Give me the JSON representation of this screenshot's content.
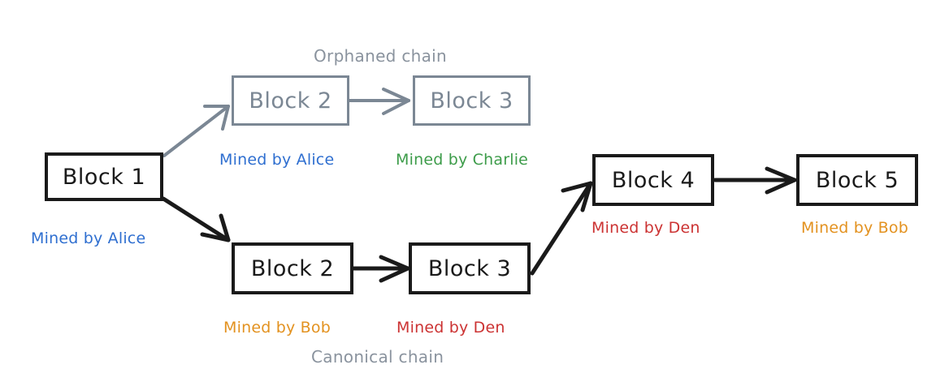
{
  "diagram": {
    "title_orphaned": "Orphaned chain",
    "title_canonical": "Canonical chain",
    "colors": {
      "solid_stroke": "#1a1a1a",
      "ghost_stroke": "#7b8794",
      "blue": "#2f6fd0",
      "green": "#3d9c4a",
      "orange": "#e39220",
      "red": "#cc3333",
      "gray_title": "#8a939e",
      "background": "#ffffff"
    }
  },
  "blocks": {
    "block1": {
      "label": "Block 1",
      "miner": "Mined by Alice",
      "miner_color": "#2f6fd0",
      "style": "solid"
    },
    "orphan_block2": {
      "label": "Block 2",
      "miner": "Mined by Alice",
      "miner_color": "#2f6fd0",
      "style": "ghost"
    },
    "orphan_block3": {
      "label": "Block 3",
      "miner": "Mined by Charlie",
      "miner_color": "#3d9c4a",
      "style": "ghost"
    },
    "canon_block2": {
      "label": "Block 2",
      "miner": "Mined by Bob",
      "miner_color": "#e39220",
      "style": "solid"
    },
    "canon_block3": {
      "label": "Block 3",
      "miner": "Mined by Den",
      "miner_color": "#cc3333",
      "style": "solid"
    },
    "block4": {
      "label": "Block 4",
      "miner": "Mined by Den",
      "miner_color": "#cc3333",
      "style": "solid"
    },
    "block5": {
      "label": "Block 5",
      "miner": "Mined by Bob",
      "miner_color": "#e39220",
      "style": "solid"
    }
  }
}
